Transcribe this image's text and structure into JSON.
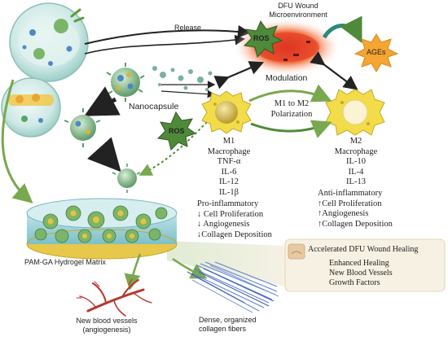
{
  "labels": {
    "release": "Release",
    "dfu_line1": "DFU Wound",
    "dfu_line2": "Microenvironment",
    "ros_top": "ROS",
    "ages": "AGEs",
    "modulation": "Modulation",
    "nanocapsule": "Nanocapsule",
    "polarization_line1": "M1 to M2",
    "polarization_line2": "Polarization",
    "ros_left": "ROS",
    "hydrogel": "PAM-GA Hydrogel Matrix",
    "healing_title": "Accelerated DFU Wound Healing",
    "blood_line1": "New blood vessels",
    "blood_line2": "(angiogenesis)",
    "collagen_line1": "Dense, organized",
    "collagen_line2": "collagen fibers"
  },
  "m1": {
    "title": "M1",
    "subtitle": "Macrophage",
    "markers": [
      "TNF-α",
      "IL-6",
      "IL-12",
      "IL-1β"
    ],
    "effects": [
      "Pro-inflammatory",
      "↓ Cell Proliferation",
      "↓ Angiogenesis",
      "↓Collagen Deposition"
    ]
  },
  "m2": {
    "title": "M2",
    "subtitle": "Macrophage",
    "markers": [
      "IL-10",
      "IL-4",
      "IL-13"
    ],
    "effects": [
      "Anti-inflammatory",
      "↑Cell Proliferation",
      "↑Angiogenesis",
      "↑Collagen Deposition"
    ]
  },
  "healing_items": [
    "Enhanced Healing",
    "New Blood Vessels",
    "Growth Factors"
  ],
  "colors": {
    "arrow_dark": "#222222",
    "arrow_green": "#7aa84e",
    "star_green": "#4f8a3a",
    "macrophage_yellow": "#f2dc4a",
    "wound_red": "#e8462a",
    "ages_orange": "#f4a532",
    "collagen_blue": "#5e7fcf",
    "vessel_red": "#b8352e"
  }
}
